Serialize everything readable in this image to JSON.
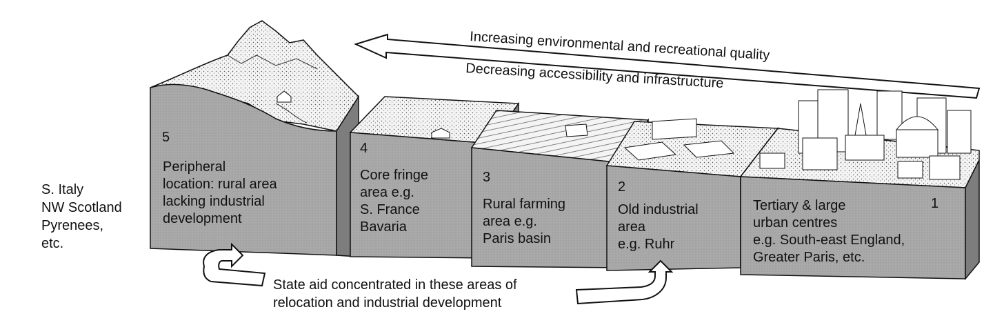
{
  "top_arrow": {
    "line1": "Increasing environmental and recreational quality",
    "line2": "Decreasing accessibility and infrastructure"
  },
  "blocks": [
    {
      "number": "5",
      "lines": [
        "Peripheral",
        "location: rural area",
        "lacking industrial",
        "development"
      ]
    },
    {
      "number": "4",
      "lines": [
        "Core fringe",
        "area e.g.",
        "S. France",
        "Bavaria"
      ]
    },
    {
      "number": "3",
      "lines": [
        "Rural farming",
        "area e.g.",
        "Paris basin"
      ]
    },
    {
      "number": "2",
      "lines": [
        "Old industrial",
        "area",
        "e.g. Ruhr"
      ]
    },
    {
      "number": "1",
      "lines": [
        "Tertiary & large",
        "urban centres",
        "e.g. South-east England,",
        "Greater Paris, etc."
      ]
    }
  ],
  "side_label": [
    "S. Italy",
    "NW Scotland",
    "Pyrenees,",
    "etc."
  ],
  "bottom_note": [
    "State aid concentrated in these areas of",
    "relocation and industrial development"
  ],
  "colors": {
    "block_face": "#a9a9a9",
    "block_side": "#7d7d7d",
    "landscape": "#f2f2f2",
    "ink": "#111111"
  }
}
